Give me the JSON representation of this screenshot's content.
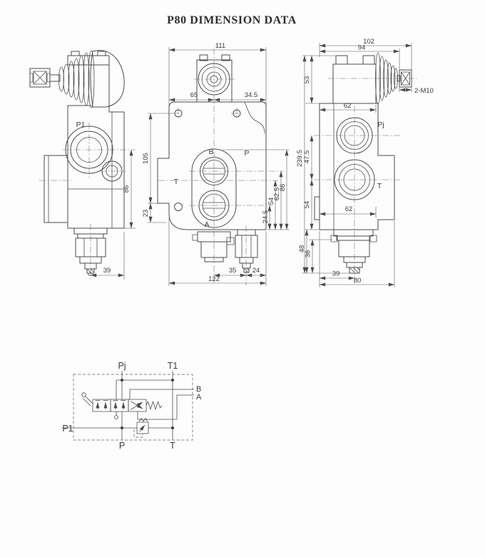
{
  "title": "P80 DIMENSION DATA",
  "colors": {
    "line": "#4c4c4c",
    "text": "#3c3c3c",
    "background": "#fdfdfd"
  },
  "views": {
    "side_left": {
      "labels": {
        "p1": "P1"
      },
      "dims": {
        "d86": "86",
        "d39": "39"
      }
    },
    "front": {
      "labels": {
        "b": "B",
        "p": "P",
        "t": "T",
        "a": "A"
      },
      "dims": {
        "d111": "111",
        "d65": "65",
        "d34_5": "34.5",
        "d105": "105",
        "d23": "23",
        "d24_5": "24.5",
        "d54": "54",
        "d62_5": "62.5",
        "d86": "86",
        "d35": "35",
        "d24": "24",
        "d122": "122"
      }
    },
    "side_right": {
      "labels": {
        "pj": "Pj",
        "t": "T",
        "thread": "2-M10"
      },
      "dims": {
        "d102": "102",
        "d94": "94",
        "d53": "53",
        "d62_top": "62",
        "d62_bottom": "62",
        "d239_5": "239.5",
        "d47_5": "47.5",
        "d54": "54",
        "d48": "48",
        "d36": "36",
        "d39": "39",
        "d80": "80"
      }
    }
  },
  "schematic": {
    "labels": {
      "pj": "Pj",
      "t1": "T1",
      "b": "B",
      "a": "A",
      "p1": "P1",
      "p": "P",
      "t": "T"
    }
  }
}
